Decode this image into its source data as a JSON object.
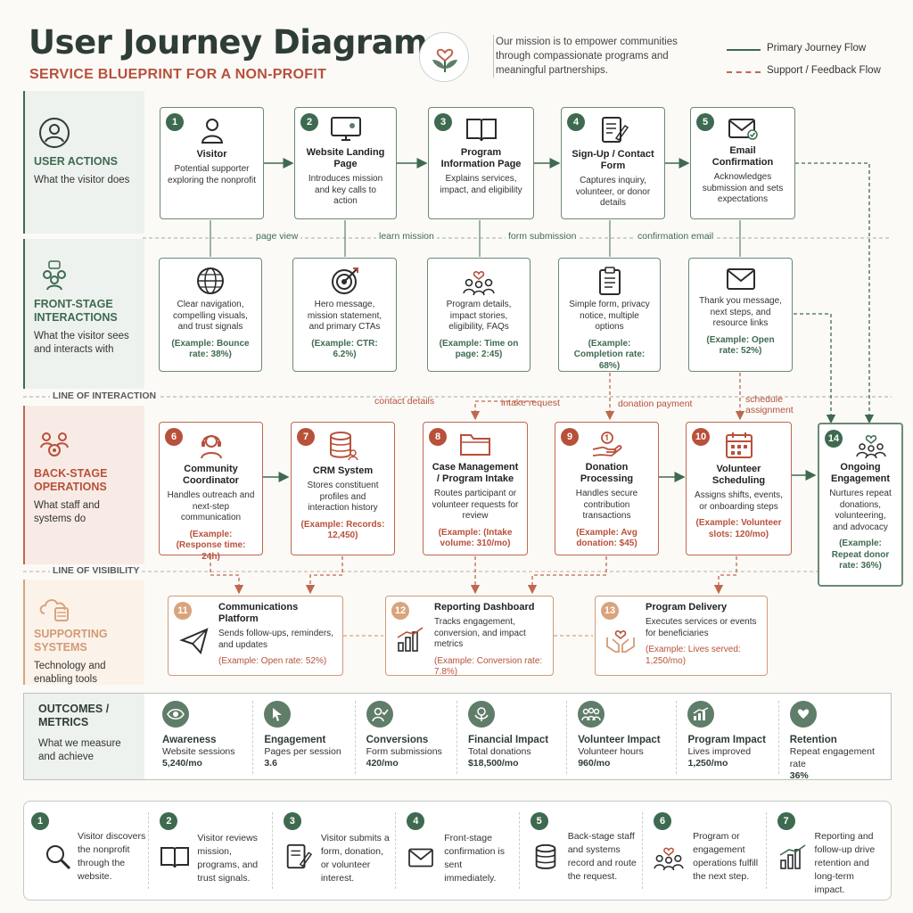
{
  "header": {
    "title": "User Journey Diagram",
    "subtitle": "SERVICE BLUEPRINT FOR A NON-PROFIT",
    "mission": "Our mission is to empower communities through compassionate programs and meaningful partnerships.",
    "legend_primary": "Primary Journey Flow",
    "legend_support": "Support / Feedback Flow"
  },
  "colors": {
    "green": "#3e6a50",
    "red": "#b8503a",
    "orange": "#d9a47c"
  },
  "lanes": {
    "user_actions": {
      "title": "USER ACTIONS",
      "desc": "What the visitor does"
    },
    "front_stage": {
      "title": "FRONT-STAGE INTERACTIONS",
      "desc": "What the visitor sees and interacts with"
    },
    "back_stage": {
      "title": "BACK-STAGE OPERATIONS",
      "desc": "What staff and systems do"
    },
    "supporting": {
      "title": "SUPPORTING SYSTEMS",
      "desc": "Technology and enabling tools"
    },
    "outcomes": {
      "title": "OUTCOMES / METRICS",
      "desc": "What we measure and achieve"
    }
  },
  "dividers": {
    "interaction": "LINE OF INTERACTION",
    "visibility": "LINE OF VISIBILITY"
  },
  "user_actions": [
    {
      "num": "1",
      "title": "Visitor",
      "desc": "Potential supporter exploring the nonprofit",
      "icon": "person-icon"
    },
    {
      "num": "2",
      "title": "Website Landing Page",
      "desc": "Introduces mission and key calls to action",
      "icon": "monitor-icon"
    },
    {
      "num": "3",
      "title": "Program Information Page",
      "desc": "Explains services, impact, and eligibility",
      "icon": "book-icon"
    },
    {
      "num": "4",
      "title": "Sign-Up / Contact Form",
      "desc": "Captures inquiry, volunteer, or donor details",
      "icon": "form-pen-icon"
    },
    {
      "num": "5",
      "title": "Email Confirmation",
      "desc": "Acknowledges submission and sets expectations",
      "icon": "email-check-icon"
    }
  ],
  "flow_labels": {
    "page_view": "page view",
    "learn_mission": "learn mission",
    "form_submission": "form submission",
    "confirmation_email": "confirmation email",
    "contact_details": "contact details",
    "intake_request": "intake request",
    "donation_payment": "donation payment",
    "schedule_assignment": "schedule assignment"
  },
  "front_stage": [
    {
      "desc": "Clear navigation, compelling visuals, and trust signals",
      "metric": "(Example: Bounce rate: 38%)",
      "icon": "globe-icon"
    },
    {
      "desc": "Hero message, mission statement, and primary CTAs",
      "metric": "(Example: CTR: 6.2%)",
      "icon": "target-icon"
    },
    {
      "desc": "Program details, impact stories, eligibility, FAQs",
      "metric": "(Example: Time on page: 2:45)",
      "icon": "people-heart-icon"
    },
    {
      "desc": "Simple form, privacy notice, multiple options",
      "metric": "(Example: Completion rate: 68%)",
      "icon": "clipboard-icon"
    },
    {
      "desc": "Thank you message, next steps, and resource links",
      "metric": "(Example: Open rate: 52%)",
      "icon": "envelope-icon"
    }
  ],
  "back_stage": [
    {
      "num": "6",
      "title": "Community Coordinator",
      "desc": "Handles outreach and next-step communication",
      "metric": "(Example: (Response time: 24h)",
      "icon": "headset-icon"
    },
    {
      "num": "7",
      "title": "CRM System",
      "desc": "Stores constituent profiles and interaction history",
      "metric": "(Example: Records: 12,450)",
      "icon": "database-icon"
    },
    {
      "num": "8",
      "title": "Case Management / Program Intake",
      "desc": "Routes participant or volunteer requests for review",
      "metric": "(Example: (Intake volume: 310/mo)",
      "icon": "folder-icon"
    },
    {
      "num": "9",
      "title": "Donation Processing",
      "desc": "Handles secure contribution transactions",
      "metric": "(Example: Avg donation: $45)",
      "icon": "hand-coin-icon"
    },
    {
      "num": "10",
      "title": "Volunteer Scheduling",
      "desc": "Assigns shifts, events, or onboarding steps",
      "metric": "(Example: Volunteer slots: 120/mo)",
      "icon": "calendar-icon"
    }
  ],
  "ongoing": {
    "num": "14",
    "title": "Ongoing Engagement",
    "desc": "Nurtures repeat donations, volunteering, and advocacy",
    "metric": "(Example: Repeat donor rate: 36%)",
    "icon": "community-heart-icon"
  },
  "supporting": [
    {
      "num": "11",
      "title": "Communications Platform",
      "desc": "Sends follow-ups, reminders, and updates",
      "metric": "(Example: Open rate: 52%)",
      "icon": "paper-plane-icon"
    },
    {
      "num": "12",
      "title": "Reporting Dashboard",
      "desc": "Tracks engagement, conversion, and impact metrics",
      "metric": "(Example: Conversion rate: 7.8%)",
      "icon": "bar-chart-icon"
    },
    {
      "num": "13",
      "title": "Program Delivery",
      "desc": "Executes services or events for beneficiaries",
      "metric": "(Example: Lives served: 1,250/mo)",
      "icon": "hands-heart-icon"
    }
  ],
  "outcomes": [
    {
      "title": "Awareness",
      "desc": "Website sessions",
      "value": "5,240/mo",
      "icon": "eye-icon"
    },
    {
      "title": "Engagement",
      "desc": "Pages per session",
      "value": "3.6",
      "icon": "cursor-icon"
    },
    {
      "title": "Conversions",
      "desc": "Form submissions",
      "value": "420/mo",
      "icon": "user-check-icon"
    },
    {
      "title": "Financial Impact",
      "desc": "Total donations",
      "value": "$18,500/mo",
      "icon": "money-plant-icon"
    },
    {
      "title": "Volunteer Impact",
      "desc": "Volunteer hours",
      "value": "960/mo",
      "icon": "team-icon"
    },
    {
      "title": "Program Impact",
      "desc": "Lives improved",
      "value": "1,250/mo",
      "icon": "trend-chart-icon"
    },
    {
      "title": "Retention",
      "desc": "Repeat engagement rate",
      "value": "36%",
      "icon": "heart-cycle-icon"
    }
  ],
  "steps": [
    {
      "num": "1",
      "text": "Visitor discovers the nonprofit through the website.",
      "icon": "magnifier-icon"
    },
    {
      "num": "2",
      "text": "Visitor reviews mission, programs, and trust signals.",
      "icon": "open-book-icon"
    },
    {
      "num": "3",
      "text": "Visitor submits a form, donation, or volunteer interest.",
      "icon": "form-pen-icon"
    },
    {
      "num": "4",
      "text": "Front-stage confirmation is sent immediately.",
      "icon": "envelope-icon"
    },
    {
      "num": "5",
      "text": "Back-stage staff and systems record and route the request.",
      "icon": "database-icon"
    },
    {
      "num": "6",
      "text": "Program or engagement operations fulfill the next step.",
      "icon": "people-heart-icon"
    },
    {
      "num": "7",
      "text": "Reporting and follow-up drive retention and long-term impact.",
      "icon": "bar-chart-icon"
    }
  ]
}
